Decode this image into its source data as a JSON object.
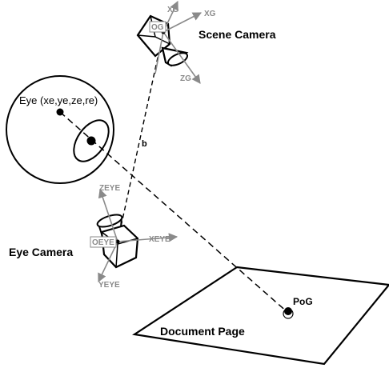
{
  "labels": {
    "scene_camera": "Scene Camera",
    "eye": "Eye (xe,ye,ze,re)",
    "eye_camera": "Eye Camera",
    "document_page": "Document Page",
    "pog": "PoG",
    "baseline": "b"
  },
  "scene_axes": {
    "origin": "OG",
    "x_label_1": "XG",
    "x_label_2": "XG",
    "z_label": "ZG"
  },
  "eye_axes": {
    "origin": "OEYE",
    "x_label": "XEYE",
    "y_label": "YEYE",
    "z_label": "ZEYE"
  },
  "colors": {
    "axis": "#8a8a8a",
    "ink": "#000000",
    "background": "#ffffff"
  }
}
